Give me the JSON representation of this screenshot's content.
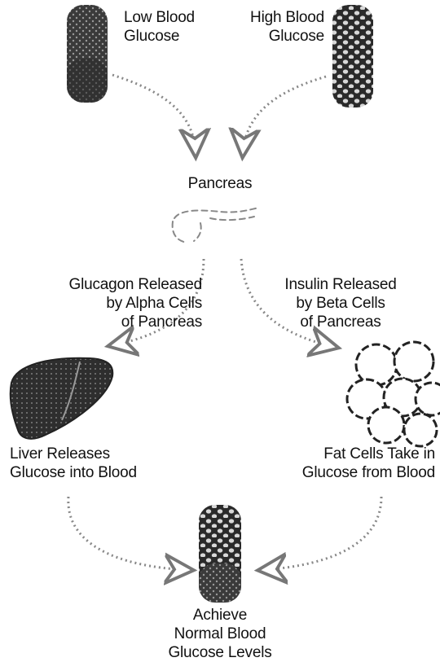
{
  "labels": {
    "low_glucose": "Low Blood\nGlucose",
    "high_glucose": "High Blood\nGlucose",
    "pancreas": "Pancreas",
    "glucagon": "Glucagon Released\nby Alpha Cells\nof Pancreas",
    "insulin": "Insulin Released\nby Beta Cells\nof Pancreas",
    "liver": "Liver Releases\nGlucose into Blood",
    "fat_cells": "Fat Cells Take in\nGlucose from Blood",
    "normal": "Achieve\nNormal Blood\nGlucose Levels"
  }
}
